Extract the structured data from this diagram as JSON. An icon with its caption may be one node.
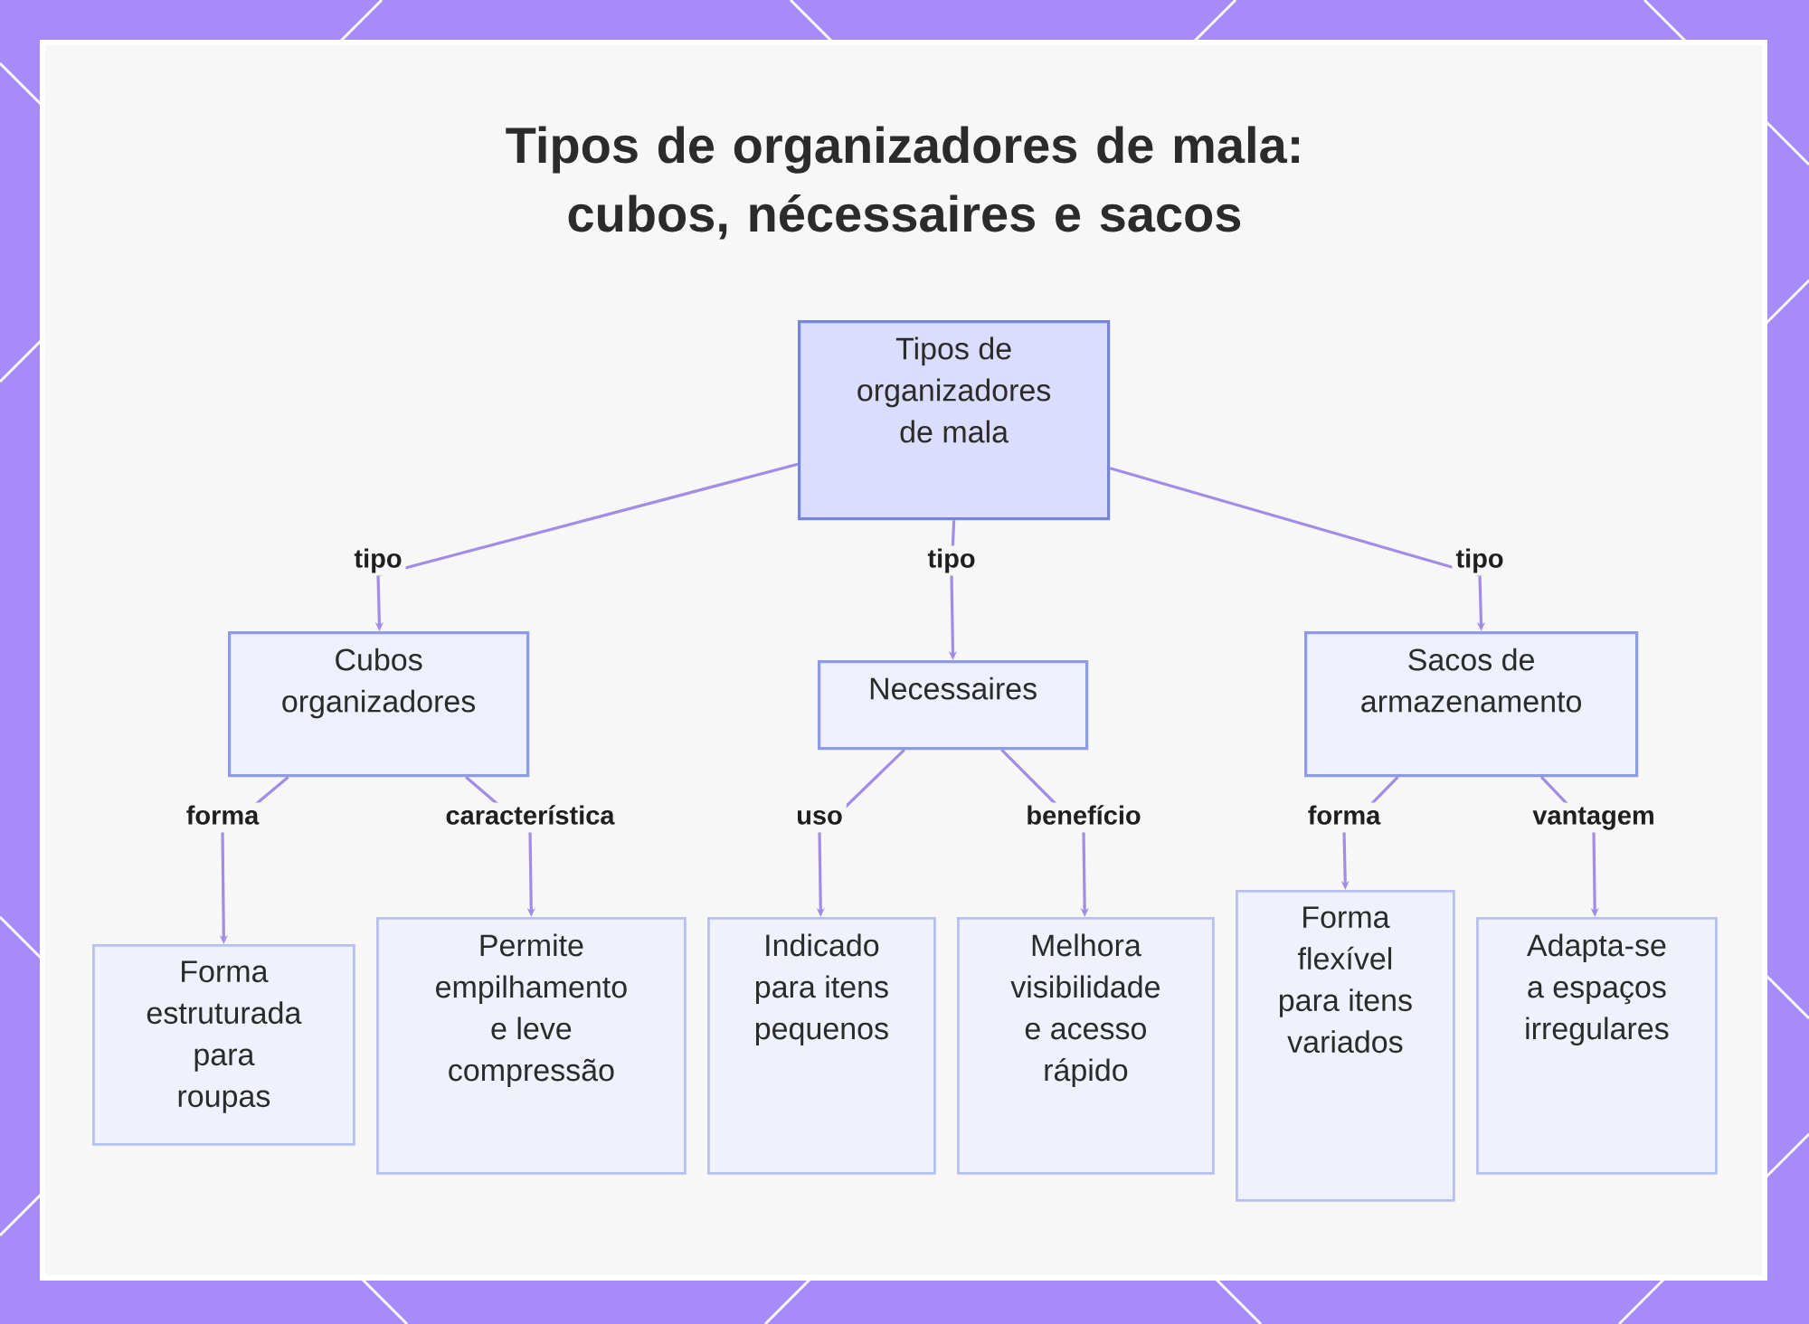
{
  "diagram": {
    "title": "Tipos de organizadores de mala: cubos, nécessaires e sacos",
    "nodes": [
      {
        "text": [
          "Tipos de organizadores de mala"
        ]
      },
      {
        "text": [
          "Cubos organizadores"
        ]
      },
      {
        "text": [
          "Necessaires"
        ]
      },
      {
        "text": [
          "Sacos de armazenamento"
        ]
      },
      {
        "text": [
          "Forma estruturada para roupas"
        ]
      },
      {
        "text": [
          "Permite empilhamento e leve compressão"
        ]
      },
      {
        "text": [
          "Indicado para itens pequenos"
        ]
      },
      {
        "text": [
          "Melhora visibilidade e acesso rápido"
        ]
      },
      {
        "text": [
          "Forma flexível para itens variados"
        ]
      },
      {
        "text": [
          "Adapta-se a espaços irregulares"
        ]
      }
    ],
    "edges": [
      {
        "from": 0,
        "to": 1,
        "arrow": "to",
        "label": "tipo"
      },
      {
        "from": 0,
        "to": 2,
        "arrow": "to",
        "label": "tipo"
      },
      {
        "from": 0,
        "to": 3,
        "arrow": "to",
        "label": "tipo"
      },
      {
        "from": 1,
        "to": 4,
        "arrow": "to",
        "label": "forma"
      },
      {
        "from": 1,
        "to": 5,
        "arrow": "to",
        "label": "característica"
      },
      {
        "from": 2,
        "to": 6,
        "arrow": "to",
        "label": "uso"
      },
      {
        "from": 2,
        "to": 7,
        "arrow": "to",
        "label": "benefício"
      },
      {
        "from": 3,
        "to": 8,
        "arrow": "to",
        "label": "forma"
      },
      {
        "from": 3,
        "to": 9,
        "arrow": "to",
        "label": "vantagem"
      }
    ]
  }
}
